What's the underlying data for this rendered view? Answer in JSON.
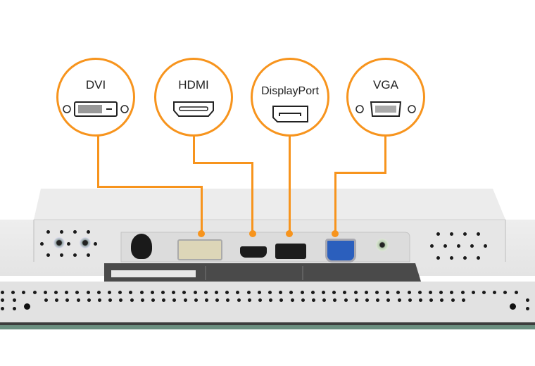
{
  "title": "Monitor video input ports",
  "accent_color": "#f7941d",
  "ports": [
    {
      "id": "dvi",
      "label": "DVI",
      "icon": "dvi-connector-icon"
    },
    {
      "id": "hdmi",
      "label": "HDMI",
      "icon": "hdmi-connector-icon"
    },
    {
      "id": "displayport",
      "label": "DisplayPort",
      "icon": "displayport-connector-icon"
    },
    {
      "id": "vga",
      "label": "VGA",
      "icon": "vga-connector-icon"
    }
  ]
}
